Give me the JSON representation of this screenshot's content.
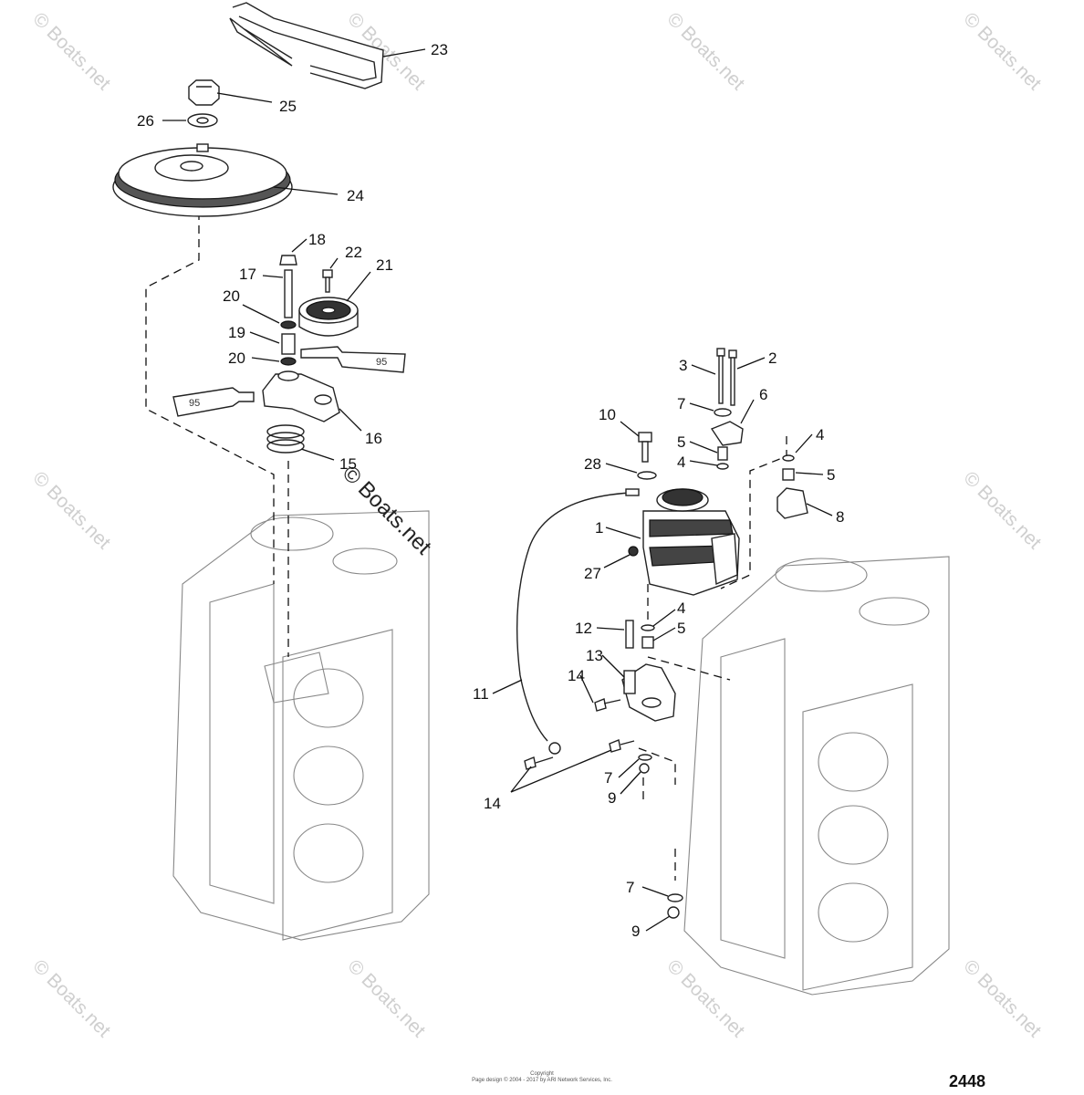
{
  "diagram": {
    "number": "2448",
    "center_watermark": "© Boats.net",
    "tube_label": "95",
    "corner_watermark": "© Boats.net",
    "copyright_lines": [
      "Copyright",
      "Page design © 2004 - 2017 by ARI Network Services, Inc."
    ]
  },
  "callouts": [
    {
      "id": "23",
      "label": "23"
    },
    {
      "id": "25",
      "label": "25"
    },
    {
      "id": "26",
      "label": "26"
    },
    {
      "id": "24",
      "label": "24"
    },
    {
      "id": "18",
      "label": "18"
    },
    {
      "id": "22",
      "label": "22"
    },
    {
      "id": "21",
      "label": "21"
    },
    {
      "id": "17",
      "label": "17"
    },
    {
      "id": "20a",
      "label": "20"
    },
    {
      "id": "19",
      "label": "19"
    },
    {
      "id": "20b",
      "label": "20"
    },
    {
      "id": "16",
      "label": "16"
    },
    {
      "id": "15",
      "label": "15"
    },
    {
      "id": "3",
      "label": "3"
    },
    {
      "id": "2",
      "label": "2"
    },
    {
      "id": "7a",
      "label": "7"
    },
    {
      "id": "6",
      "label": "6"
    },
    {
      "id": "10",
      "label": "10"
    },
    {
      "id": "5a",
      "label": "5"
    },
    {
      "id": "4a",
      "label": "4"
    },
    {
      "id": "28",
      "label": "28"
    },
    {
      "id": "4b",
      "label": "4"
    },
    {
      "id": "5b",
      "label": "5"
    },
    {
      "id": "8",
      "label": "8"
    },
    {
      "id": "1",
      "label": "1"
    },
    {
      "id": "27",
      "label": "27"
    },
    {
      "id": "4c",
      "label": "4"
    },
    {
      "id": "12",
      "label": "12"
    },
    {
      "id": "5c",
      "label": "5"
    },
    {
      "id": "13",
      "label": "13"
    },
    {
      "id": "14a",
      "label": "14"
    },
    {
      "id": "11",
      "label": "11"
    },
    {
      "id": "7b",
      "label": "7"
    },
    {
      "id": "9a",
      "label": "9"
    },
    {
      "id": "14b",
      "label": "14"
    },
    {
      "id": "7c",
      "label": "7"
    },
    {
      "id": "9b",
      "label": "9"
    }
  ]
}
